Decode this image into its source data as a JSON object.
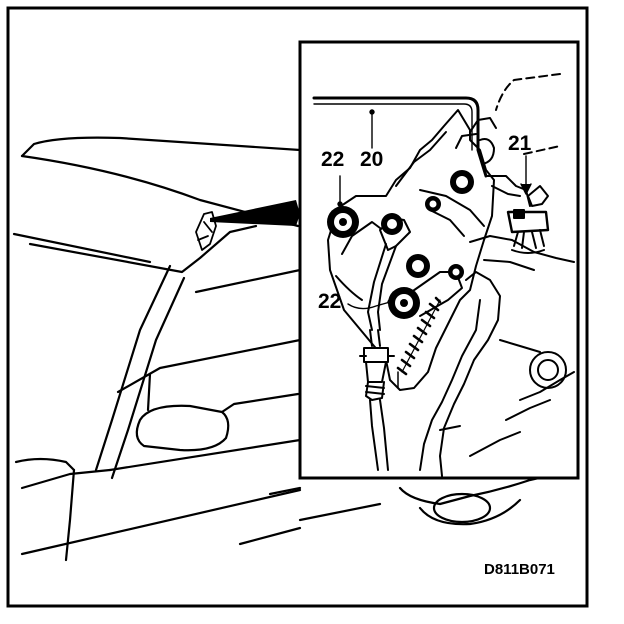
{
  "callouts": {
    "linkage_rod": "20",
    "microswitch": "21",
    "pivot_upper": "22",
    "pivot_lower": "22"
  },
  "figure_code": "D811B071"
}
